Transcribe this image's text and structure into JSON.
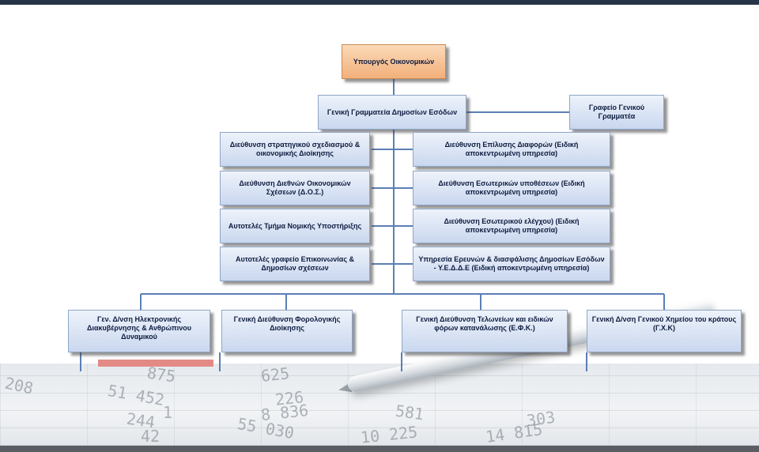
{
  "org_chart": {
    "top": "Υπουργός Οικονομικών",
    "secretariat": "Γενική Γραμματεία Δημοσίων Εσόδων",
    "side_office": "Γραφείο Γενικού Γραμματέα",
    "left_units": [
      "Διεύθυνση στρατηγικού σχεδιασμού & οικονομικής Διοίκησης",
      "Διεύθυνση Διεθνών Οικονομικών Σχέσεων (Δ.Ο.Σ.)",
      "Αυτοτελές Τμήμα Νομικής Υποστήριξης",
      "Αυτοτελές γραφείο Επικοινωνίας & Δημοσίων σχέσεων"
    ],
    "right_units": [
      "Διεύθυνση Επίλυσης Διαφορών (Ειδική αποκεντρωμένη υπηρεσία)",
      "Διεύθυνση Εσωτερικών υποθέσεων (Ειδική αποκεντρωμένη υπηρεσία)",
      "Διεύθυνση Εσωτερικού ελέγχου) (Ειδική αποκεντρωμένη υπηρεσία)",
      "Υπηρεσία Ερευνών & διασφάλισης Δημοσίων Εσόδων - Υ.Ε.Δ.Δ.Ε (Ειδική αποκεντρωμένη υπηρεσία)"
    ],
    "general_directorates": [
      "Γεν. Δ/νση Ηλεκτρονικής Διακυβέρνησης & Ανθρώπινου Δυναμικού",
      "Γενική Διεύθυνση Φορολογικής Διοίκησης",
      "Γενική Διεύθυνση Τελωνείων και ειδικών φόρων κατανάλωσης (Ε.Φ.Κ.)",
      "Γενική Δ/νση Γενικού Χημείου του κράτους (Γ.Χ.Κ)"
    ]
  },
  "colors": {
    "top_bar": "#263447",
    "box_fill": "#c9d7ee",
    "top_box_fill": "#f2b07a",
    "connector": "#5b7fb5"
  },
  "background_numbers": [
    "208",
    "51 452",
    "1",
    "244",
    "42",
    "875",
    "625",
    "226",
    "8 836",
    "55 030",
    "581",
    "10 225",
    "14 815",
    "303"
  ]
}
